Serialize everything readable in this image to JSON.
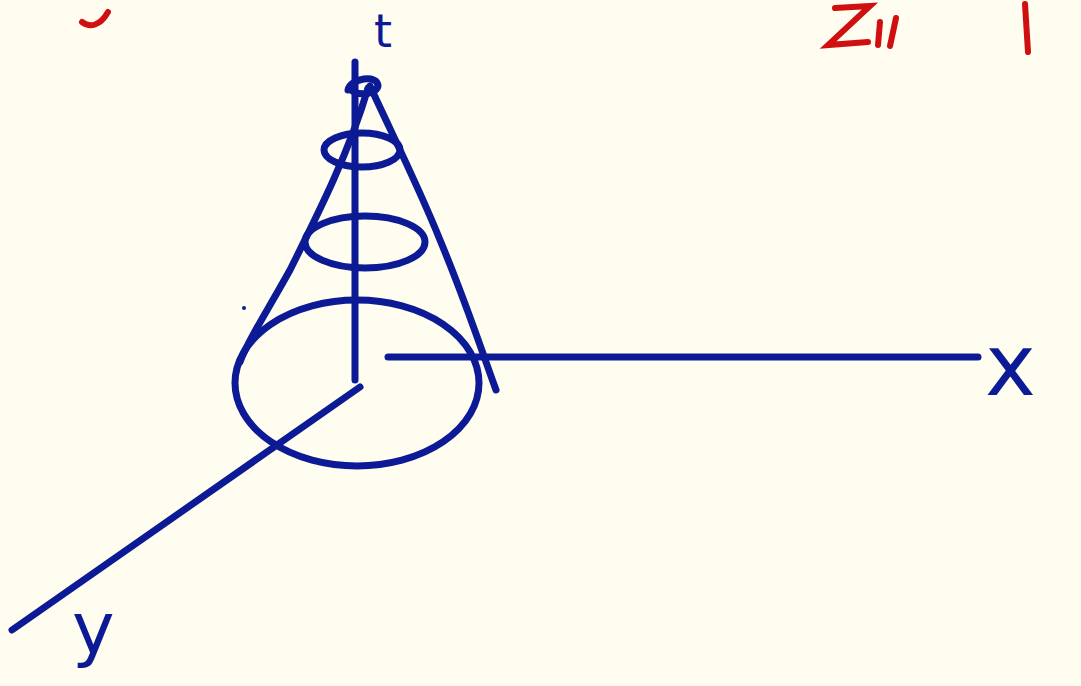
{
  "diagram": {
    "labels": [
      "t",
      "x",
      "y"
    ]
  }
}
